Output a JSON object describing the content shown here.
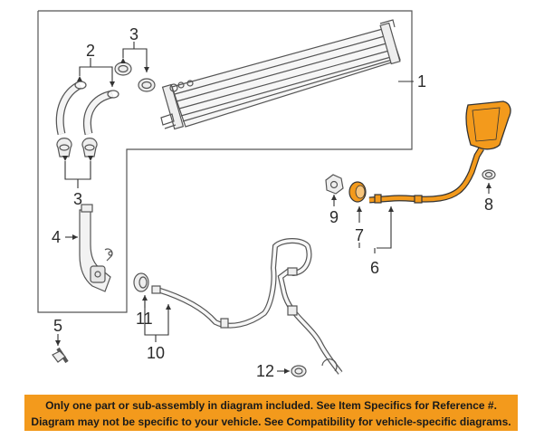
{
  "callouts": {
    "c1": "1",
    "c2": "2",
    "c3_top": "3",
    "c3_bottom": "3",
    "c4": "4",
    "c5": "5",
    "c6": "6",
    "c7": "7",
    "c8": "8",
    "c9": "9",
    "c10": "10",
    "c11": "11",
    "c12": "12"
  },
  "banner": {
    "line1": "Only one part or sub-assembly in diagram included. See Item Specifics for Reference #.",
    "line2": "Diagram may not be specific to your vehicle. See Compatibility for vehicle-specific diagrams."
  },
  "colors": {
    "highlight": "#f39a1c",
    "line": "#555555",
    "part_fill": "#eeeeee"
  }
}
